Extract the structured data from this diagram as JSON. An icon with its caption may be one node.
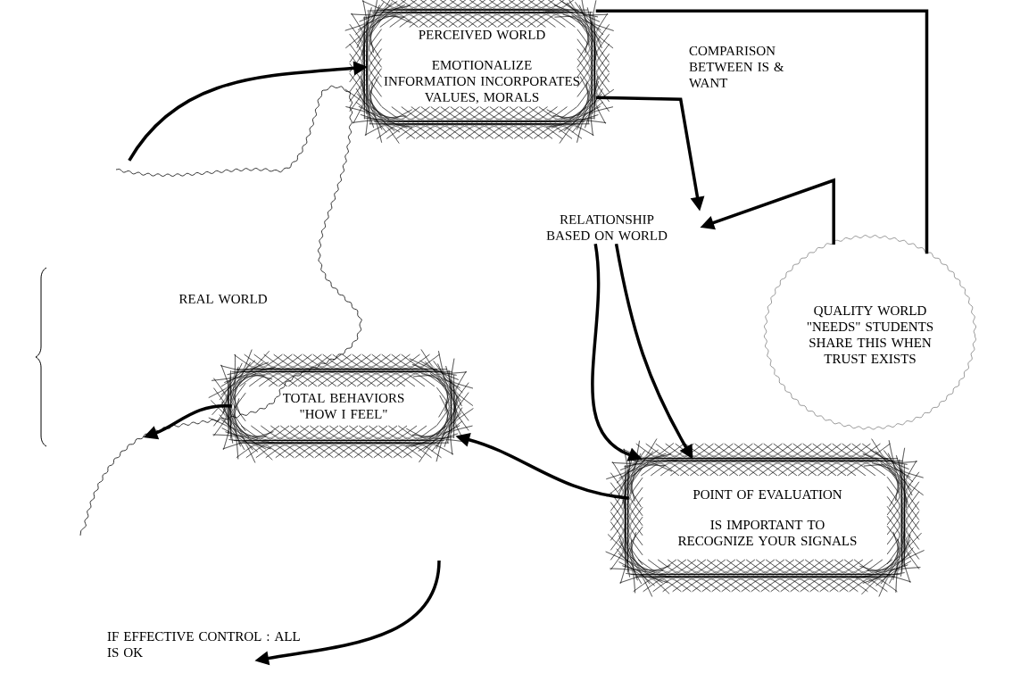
{
  "diagram": {
    "nodes": [
      {
        "text": [
          "PERCEIVED WORLD",
          "EMOTIONALIZE INFORMATION INCORPORATES VALUES, MORALS"
        ]
      },
      {
        "text": [
          "COMPARISON BETWEEN IS & WANT"
        ]
      },
      {
        "text": [
          "RELATIONSHIP BASED ON WORLD"
        ]
      },
      {
        "text": [
          "QUALITY WORLD \"NEEDS\" STUDENTS SHARE THIS WHEN TRUST EXISTS"
        ]
      },
      {
        "text": [
          "REAL WORLD"
        ]
      },
      {
        "text": [
          "TOTAL BEHAVIORS \"HOW I FEEL\""
        ]
      },
      {
        "text": [
          "POINT OF EVALUATION",
          "IS IMPORTANT TO RECOGNIZE YOUR SIGNALS"
        ]
      },
      {
        "text": [
          "IF EFFECTIVE CONTROL : ALL IS OK"
        ]
      }
    ],
    "edges": [
      {
        "from": 4,
        "to": 0,
        "arrow": "to"
      },
      {
        "from": 0,
        "to": 2,
        "arrow": "to"
      },
      {
        "from": 3,
        "to": 2,
        "arrow": "to"
      },
      {
        "from": 0,
        "to": 3,
        "arrow": "none"
      },
      {
        "from": 2,
        "to": 6,
        "arrow": "to"
      },
      {
        "from": 2,
        "to": 6,
        "arrow": "to"
      },
      {
        "from": 6,
        "to": 5,
        "arrow": "to"
      },
      {
        "from": 5,
        "to": 4,
        "arrow": "to"
      },
      {
        "from": null,
        "to": 7,
        "arrow": "to"
      }
    ]
  }
}
